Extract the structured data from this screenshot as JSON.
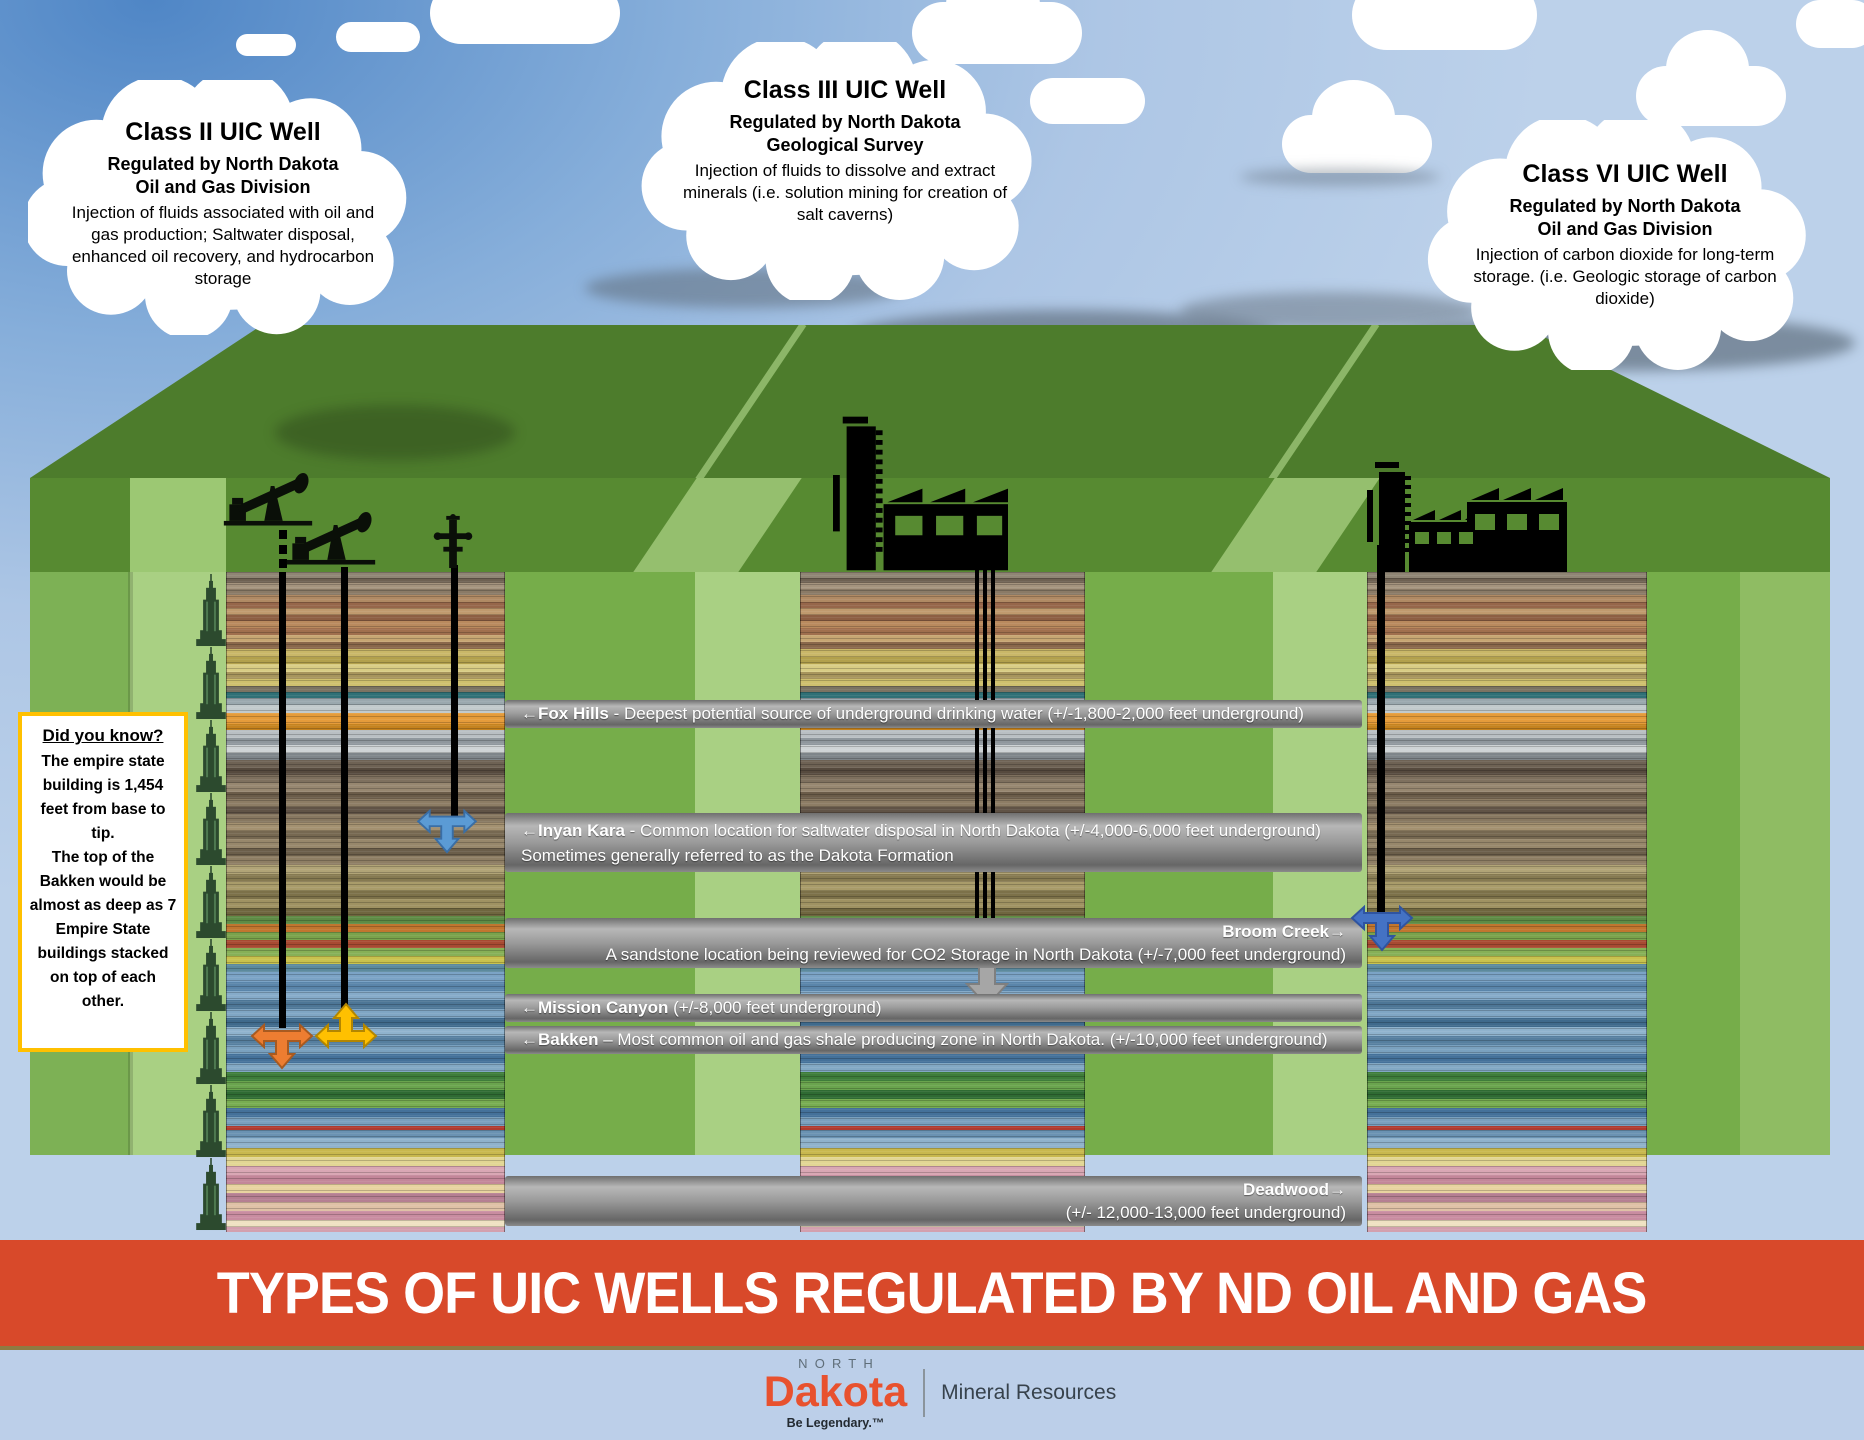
{
  "clouds": {
    "class2": {
      "title": "Class II UIC Well",
      "sub1": "Regulated by North Dakota",
      "sub2": "Oil and Gas Division",
      "body": "Injection of fluids associated with oil and gas production; Saltwater disposal, enhanced oil recovery, and hydrocarbon storage"
    },
    "class3": {
      "title": "Class III UIC Well",
      "sub1": "Regulated by North Dakota",
      "sub2": "Geological Survey",
      "body": "Injection of fluids to dissolve and extract minerals (i.e. solution mining for creation of salt caverns)"
    },
    "class6": {
      "title": "Class VI UIC Well",
      "sub1": "Regulated by North Dakota",
      "sub2": "Oil and Gas Division",
      "body": "Injection of carbon dioxide for long-term storage. (i.e. Geologic storage of carbon dioxide)"
    }
  },
  "did_you_know": {
    "title": "Did you know?",
    "line1": "The empire state building is 1,454 feet from base to tip.",
    "line2": "The top of the Bakken would be almost as deep as 7 Empire State buildings stacked on top of each other."
  },
  "formations": [
    {
      "lead": "←Fox Hills",
      "rest": " - Deepest potential source of underground drinking water (+/-1,800-2,000 feet underground)"
    },
    {
      "lead": "←Inyan Kara",
      "rest": "  - Common location for saltwater disposal in North Dakota (+/-4,000-6,000 feet underground)",
      "line2": "Sometimes generally referred to as the Dakota Formation"
    },
    {
      "lead": "Broom Creek→",
      "line2": "A sandstone location being reviewed for CO2 Storage in North Dakota (+/-7,000 feet underground)"
    },
    {
      "lead": "←Mission Canyon",
      "rest": " (+/-8,000 feet underground)"
    },
    {
      "lead": "←Bakken",
      "rest": " – Most common oil and gas shale producing zone in North Dakota. (+/-10,000 feet underground)"
    },
    {
      "lead": "Deadwood→",
      "line2": "(+/- 12,000-13,000 feet underground)"
    }
  ],
  "banner": {
    "title": "TYPES OF UIC WELLS REGULATED BY ND OIL AND GAS"
  },
  "footer": {
    "north": "NORTH",
    "dakota": "Dakota",
    "tagline": "Be Legendary.™",
    "division": "Mineral Resources"
  },
  "icons": {
    "pumpjack": "pumpjack-icon",
    "wellhead_tree": "wellhead-tree-icon",
    "solution_mining_plant": "solution-mining-plant-icon",
    "co2_injection_plant": "co2-injection-plant-icon",
    "empire_state_building": "empire-state-building-icon",
    "injection_arrow": "injection-arrow-icon"
  },
  "colors": {
    "banner_orange": "#d8492a",
    "gold_border": "#ffc000",
    "arrow_orange": "#ed7d31",
    "arrow_yellow": "#ffc000",
    "arrow_blue": "#5b9bd5",
    "arrow_blue_dark": "#4472c4",
    "arrow_gray": "#a6a6a6",
    "grass_top": "#4d7c2c",
    "grass_pale": "#a9d083",
    "logo_orange": "#e8512e"
  }
}
